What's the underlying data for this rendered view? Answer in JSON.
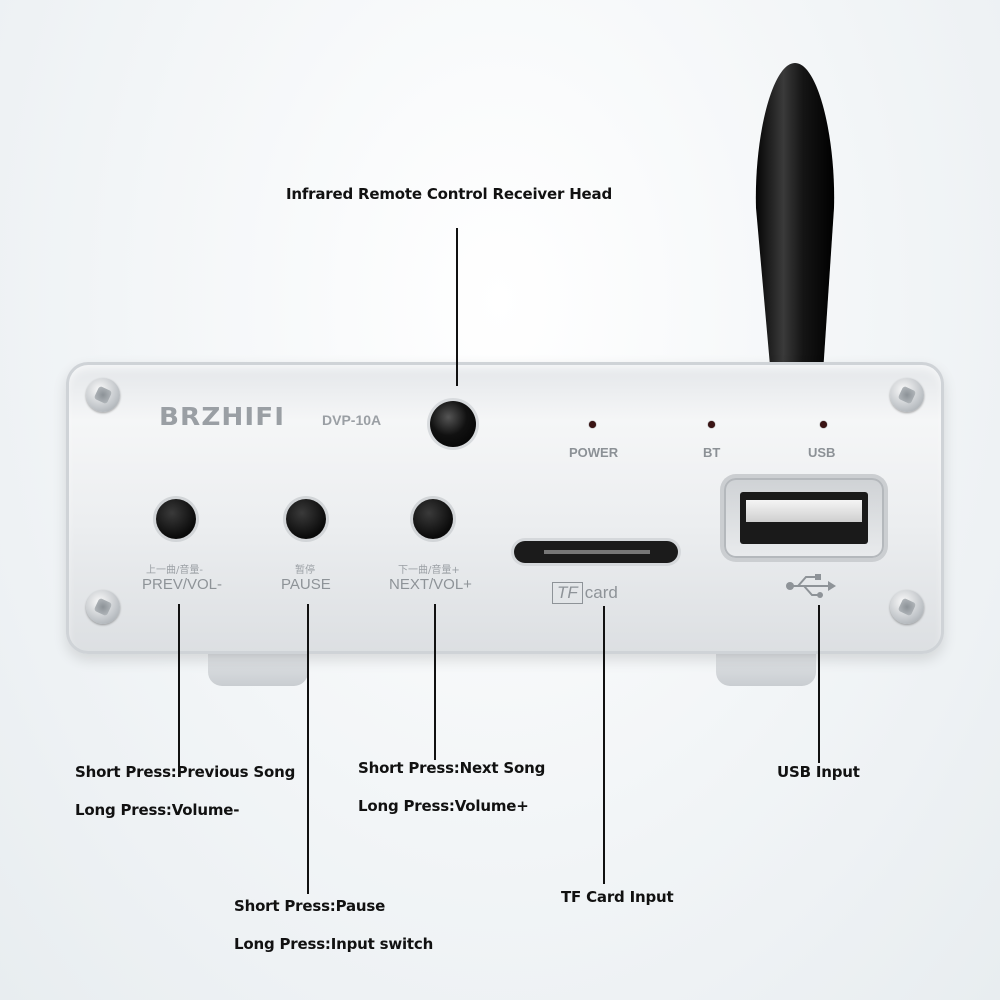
{
  "device": {
    "brand": "BRZHIFI",
    "model": "DVP-10A",
    "leds": [
      "POWER",
      "BT",
      "USB"
    ],
    "buttons": [
      {
        "cn": "上一曲/音量-",
        "label": "PREV/VOL-"
      },
      {
        "cn": "暂停",
        "label": "PAUSE"
      },
      {
        "cn": "下一曲/音量+",
        "label": "NEXT/VOL+"
      }
    ],
    "tf_logo_box": "TF",
    "tf_logo_text": "card"
  },
  "annotations": {
    "ir_receiver": "Infrared Remote Control Receiver Head",
    "prev_short": "Short Press:Previous Song",
    "prev_long": "Long Press:Volume-",
    "pause_short": "Short Press:Pause",
    "pause_long": "Long Press:Input switch",
    "next_short": "Short Press:Next Song",
    "next_long": "Long Press:Volume+",
    "tf_input": "TF Card Input",
    "usb_input": "USB Input"
  },
  "colors": {
    "background": "#f2f5f7",
    "chassis": "#eceef0",
    "button": "#111111",
    "led": "#3a1414",
    "antenna": "#1a1a1a"
  }
}
